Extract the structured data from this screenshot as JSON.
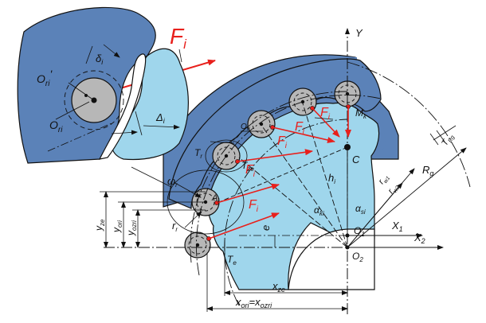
{
  "colors": {
    "ring_dark_blue": "#5b82b8",
    "ring_light_blue": "#9fd6ec",
    "roller_grey": "#b7b7b7",
    "force_red": "#e8201c",
    "line": "#111111"
  },
  "labels": {
    "force_main": "F",
    "force_main_sub": "i",
    "force": "F",
    "force_sub": "i",
    "axis_y": "Y",
    "axis_x1": "X",
    "axis_x1_sub": "1",
    "axis_x2": "X",
    "axis_x2_sub": "2",
    "point_c": "C",
    "point_o1": "O",
    "point_o1_sub": "1",
    "point_o2": "O",
    "point_o2_sub": "2",
    "point_ai": "A",
    "point_ai_sub": "i",
    "delta_i": "δ",
    "delta_i_sub": "i",
    "Delta_i": "Δ",
    "Delta_i_sub": "i",
    "o_ri_prime": "O",
    "o_ri_prime_sub": "ri",
    "o_ri_prime_mark": "'",
    "o_ri": "O",
    "o_ri_sub": "ri",
    "o_ri_ring": "O",
    "o_ri_ring_sub": "ri",
    "t_r": "T",
    "t_r_sub": "r",
    "t_ze": "T",
    "t_ze_sub": "ze",
    "t_e": "T",
    "t_e_sub": "e",
    "omega_r": "ω",
    "omega_r_sub": "r",
    "r_r": "r",
    "r_r_sub": "r",
    "m_k": "M",
    "m_k_sub": "k",
    "h_i": "h",
    "h_i_sub": "i",
    "alpha_ki": "α",
    "alpha_ki_sub": "ki",
    "alpha_si": "α",
    "alpha_si_sub": "si",
    "r_w1": "r",
    "r_w1_sub": "w1",
    "r_w2": "r",
    "r_w2_sub": "w2",
    "r_g": "R",
    "r_g_sub": "g",
    "t_rg": "T",
    "t_rg_sub": "Rg",
    "e_label": "e",
    "y_ze": "y",
    "y_ze_sub": "ze",
    "y_ori": "y",
    "y_ori_sub": "ori",
    "y_ozri": "y",
    "y_ozri_sub": "ozri",
    "x_ze": "x",
    "x_ze_sub": "ze",
    "x_ori_eq": "x",
    "x_ori_eq_sub1": "ori",
    "x_ori_eq_mid": "=x",
    "x_ori_eq_sub2": "ozri",
    "c_e": "e"
  }
}
